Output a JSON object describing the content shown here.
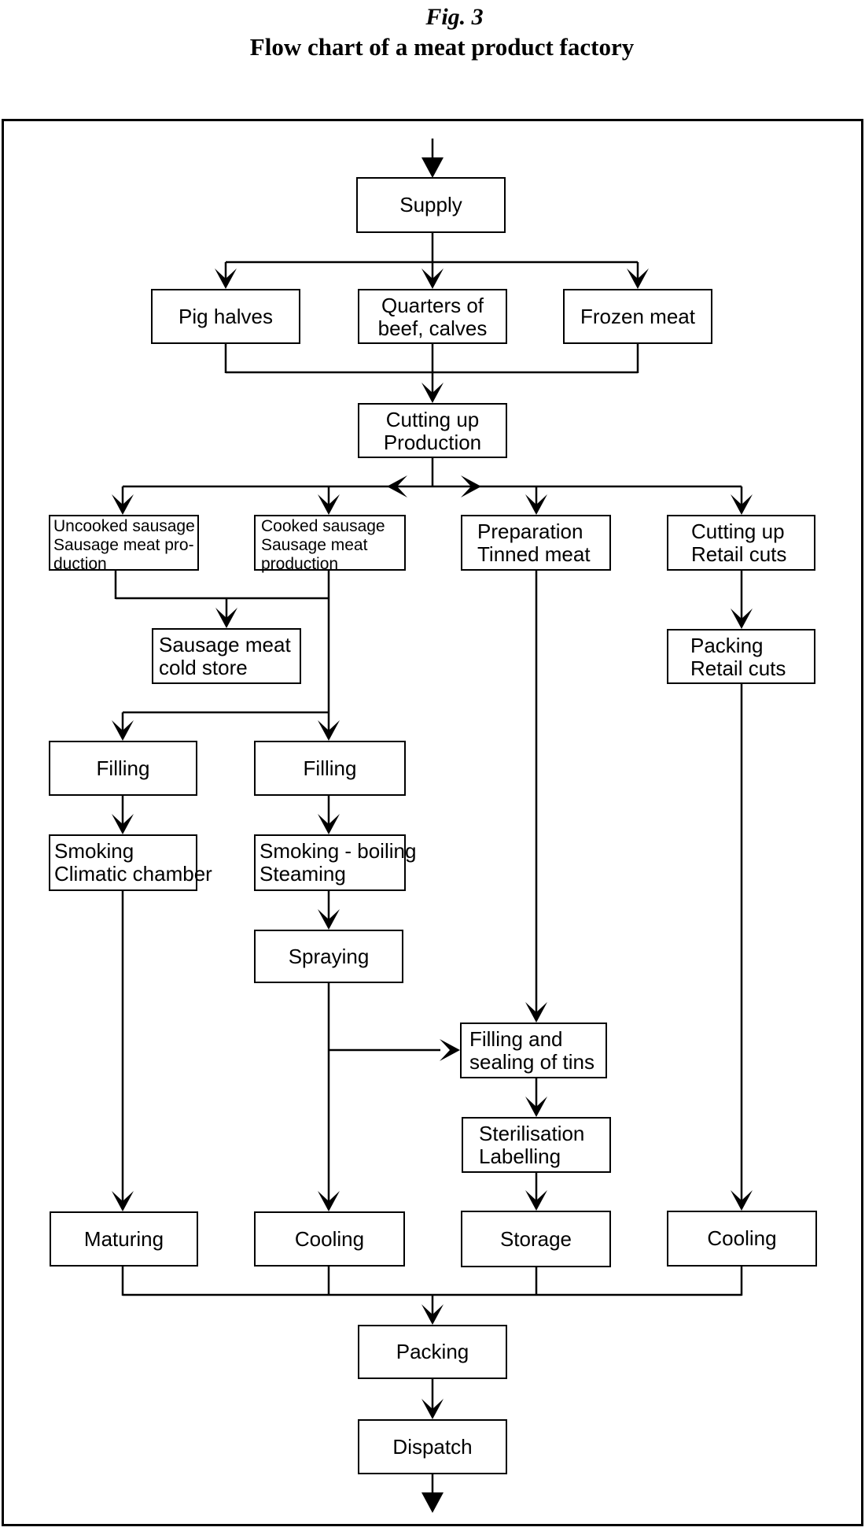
{
  "figure": {
    "label": "Fig. 3",
    "title": "Flow chart of a meat product factory"
  },
  "nodes": {
    "supply": {
      "line1": "Supply"
    },
    "pig_halves": {
      "line1": "Pig halves"
    },
    "quarters": {
      "line1": "Quarters of",
      "line2": "beef, calves"
    },
    "frozen_meat": {
      "line1": "Frozen meat"
    },
    "cutting_up_production": {
      "line1": "Cutting up",
      "line2": "Production"
    },
    "uncooked_sausage": {
      "line1": "Uncooked sausage",
      "line2": "Sausage meat pro-",
      "line3": "duction"
    },
    "cooked_sausage": {
      "line1": "Cooked sausage",
      "line2": "Sausage meat",
      "line3": "production"
    },
    "preparation_tinned": {
      "line1": "Preparation",
      "line2": "Tinned meat"
    },
    "cutting_up_retail": {
      "line1": "Cutting up",
      "line2": "Retail cuts"
    },
    "sausage_cold_store": {
      "line1": "Sausage meat",
      "line2": "cold store"
    },
    "packing_retail": {
      "line1": "Packing",
      "line2": "Retail cuts"
    },
    "filling_left": {
      "line1": "Filling"
    },
    "filling_right": {
      "line1": "Filling"
    },
    "smoking_climatic": {
      "line1": "Smoking",
      "line2": "Climatic chamber"
    },
    "smoking_boiling": {
      "line1": "Smoking - boiling",
      "line2": "Steaming"
    },
    "spraying": {
      "line1": "Spraying"
    },
    "filling_sealing": {
      "line1": "Filling and",
      "line2": "sealing of tins"
    },
    "sterilisation": {
      "line1": "Sterilisation",
      "line2": "Labelling"
    },
    "maturing": {
      "line1": "Maturing"
    },
    "cooling_mid": {
      "line1": "Cooling"
    },
    "storage": {
      "line1": "Storage"
    },
    "cooling_right": {
      "line1": "Cooling"
    },
    "packing": {
      "line1": "Packing"
    },
    "dispatch": {
      "line1": "Dispatch"
    }
  }
}
